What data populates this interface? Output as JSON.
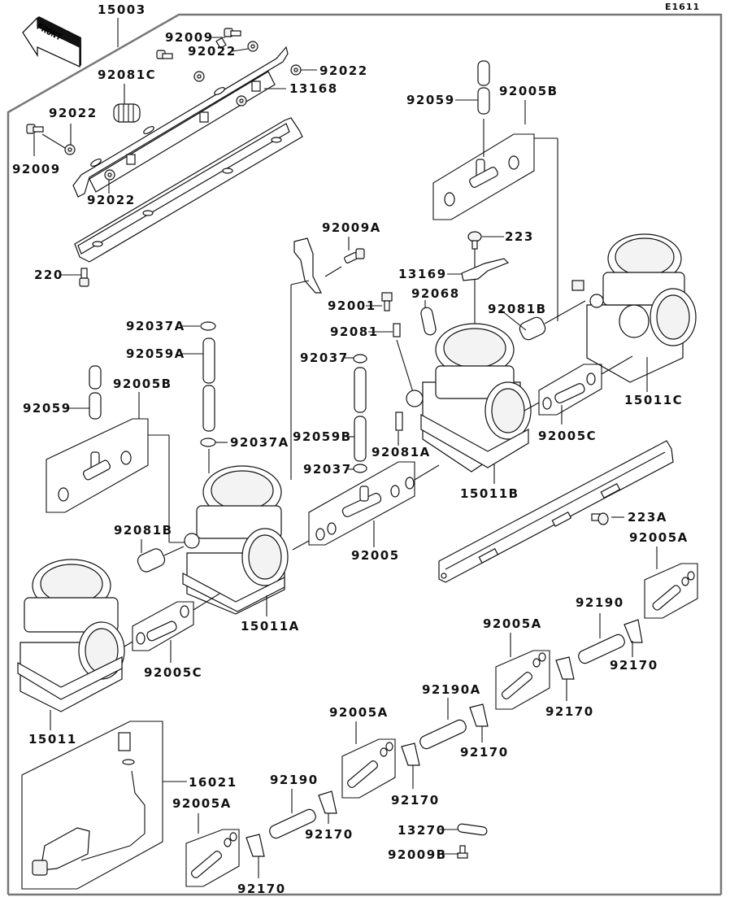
{
  "diagram": {
    "title": "Carburetor assembly exploded parts diagram",
    "reference_code": "E1611",
    "front_indicator": "FRONT",
    "callouts": [
      {
        "id": "c01",
        "part": "15003",
        "desc": "carburetor-assy-main"
      },
      {
        "id": "c02",
        "part": "92009",
        "desc": "screw"
      },
      {
        "id": "c03",
        "part": "92022",
        "desc": "washer"
      },
      {
        "id": "c04",
        "part": "92022",
        "desc": "washer"
      },
      {
        "id": "c05",
        "part": "92081C",
        "desc": "spring"
      },
      {
        "id": "c06",
        "part": "13168",
        "desc": "plate"
      },
      {
        "id": "c07",
        "part": "92022",
        "desc": "washer"
      },
      {
        "id": "c08",
        "part": "92009",
        "desc": "screw"
      },
      {
        "id": "c09",
        "part": "92022",
        "desc": "washer"
      },
      {
        "id": "c10",
        "part": "220",
        "desc": "screw"
      },
      {
        "id": "c11",
        "part": "92059",
        "desc": "tube"
      },
      {
        "id": "c12",
        "part": "92005B",
        "desc": "fitting-kit"
      },
      {
        "id": "c13",
        "part": "92009A",
        "desc": "screw"
      },
      {
        "id": "c14",
        "part": "223",
        "desc": "screw"
      },
      {
        "id": "c15",
        "part": "13169",
        "desc": "plate"
      },
      {
        "id": "c16",
        "part": "92068",
        "desc": "cap"
      },
      {
        "id": "c17",
        "part": "92001",
        "desc": "bolt"
      },
      {
        "id": "c18",
        "part": "92081",
        "desc": "spring"
      },
      {
        "id": "c19",
        "part": "92081B",
        "desc": "spring"
      },
      {
        "id": "c20",
        "part": "92037A",
        "desc": "clamp"
      },
      {
        "id": "c21",
        "part": "92059A",
        "desc": "tube"
      },
      {
        "id": "c22",
        "part": "92037",
        "desc": "clamp"
      },
      {
        "id": "c23",
        "part": "92059",
        "desc": "tube"
      },
      {
        "id": "c24",
        "part": "92005B",
        "desc": "fitting-kit"
      },
      {
        "id": "c25",
        "part": "92059B",
        "desc": "tube"
      },
      {
        "id": "c26",
        "part": "92037A",
        "desc": "clamp"
      },
      {
        "id": "c27",
        "part": "92081A",
        "desc": "spring"
      },
      {
        "id": "c28",
        "part": "92037",
        "desc": "clamp"
      },
      {
        "id": "c29",
        "part": "15011C",
        "desc": "carburetor"
      },
      {
        "id": "c30",
        "part": "92005C",
        "desc": "fitting-kit"
      },
      {
        "id": "c31",
        "part": "15011B",
        "desc": "carburetor"
      },
      {
        "id": "c32",
        "part": "223A",
        "desc": "screw"
      },
      {
        "id": "c33",
        "part": "92081B",
        "desc": "spring"
      },
      {
        "id": "c34",
        "part": "92005",
        "desc": "fitting-kit"
      },
      {
        "id": "c35",
        "part": "92005A",
        "desc": "fitting-kit"
      },
      {
        "id": "c36",
        "part": "15011A",
        "desc": "carburetor"
      },
      {
        "id": "c37",
        "part": "92190",
        "desc": "hose"
      },
      {
        "id": "c38",
        "part": "92005C",
        "desc": "fitting-kit"
      },
      {
        "id": "c39",
        "part": "92005A",
        "desc": "fitting-kit"
      },
      {
        "id": "c40",
        "part": "92170",
        "desc": "clamp"
      },
      {
        "id": "c41",
        "part": "92170",
        "desc": "clamp"
      },
      {
        "id": "c42",
        "part": "15011",
        "desc": "carburetor"
      },
      {
        "id": "c43",
        "part": "92190A",
        "desc": "hose"
      },
      {
        "id": "c44",
        "part": "92005A",
        "desc": "fitting-kit"
      },
      {
        "id": "c45",
        "part": "92170",
        "desc": "clamp"
      },
      {
        "id": "c46",
        "part": "16021",
        "desc": "starter-plunger-assy"
      },
      {
        "id": "c47",
        "part": "92170",
        "desc": "clamp"
      },
      {
        "id": "c48",
        "part": "92190",
        "desc": "hose"
      },
      {
        "id": "c49",
        "part": "92005A",
        "desc": "fitting-kit"
      },
      {
        "id": "c50",
        "part": "92170",
        "desc": "clamp"
      },
      {
        "id": "c51",
        "part": "13270",
        "desc": "plate"
      },
      {
        "id": "c52",
        "part": "92009B",
        "desc": "screw"
      },
      {
        "id": "c53",
        "part": "92170",
        "desc": "clamp"
      }
    ]
  }
}
